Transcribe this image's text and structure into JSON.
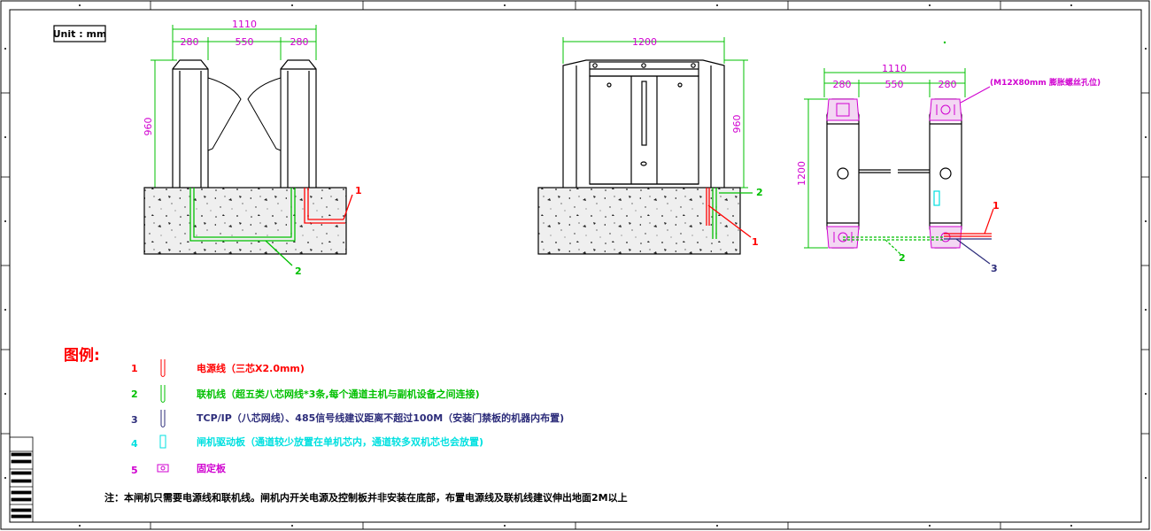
{
  "unit_label": "Unit : mm",
  "dims": {
    "front_total": "1110",
    "front_side_left": "280",
    "front_mid": "550",
    "front_side_right": "280",
    "front_height": "960",
    "side_total": "1200",
    "side_height": "960",
    "top_total": "1110",
    "top_side_left": "280",
    "top_mid": "550",
    "top_side_right": "280",
    "top_depth": "1200"
  },
  "anchor_note": "(M12X80mm 膨胀螺丝孔位)",
  "callouts": {
    "front_1": "1",
    "front_2": "2",
    "side_1": "1",
    "side_2": "2",
    "top_1": "1",
    "top_2": "2",
    "top_3": "3"
  },
  "legend": {
    "title": "图例:",
    "items": [
      {
        "num": "1",
        "text": "电源线（三芯X2.0mm)",
        "color": "#ff0000"
      },
      {
        "num": "2",
        "text": "联机线（超五类八芯网线*3条,每个通道主机与副机设备之间连接)",
        "color": "#00c000"
      },
      {
        "num": "3",
        "text": "TCP/IP（八芯网线）、485信号线建议距离不超过100M（安装门禁板的机器内布置)",
        "color": "#2c2c7a"
      },
      {
        "num": "4",
        "text": "闸机驱动板（通道较少放置在单机芯内，通道较多双机芯也会放置)",
        "color": "#00e0e0"
      },
      {
        "num": "5",
        "text": "固定板",
        "color": "#d000d0"
      }
    ]
  },
  "note": "注：本闸机只需要电源线和联机线。闸机内开关电源及控制板并非安装在底部，布置电源线及联机线建议伸出地面2M以上"
}
